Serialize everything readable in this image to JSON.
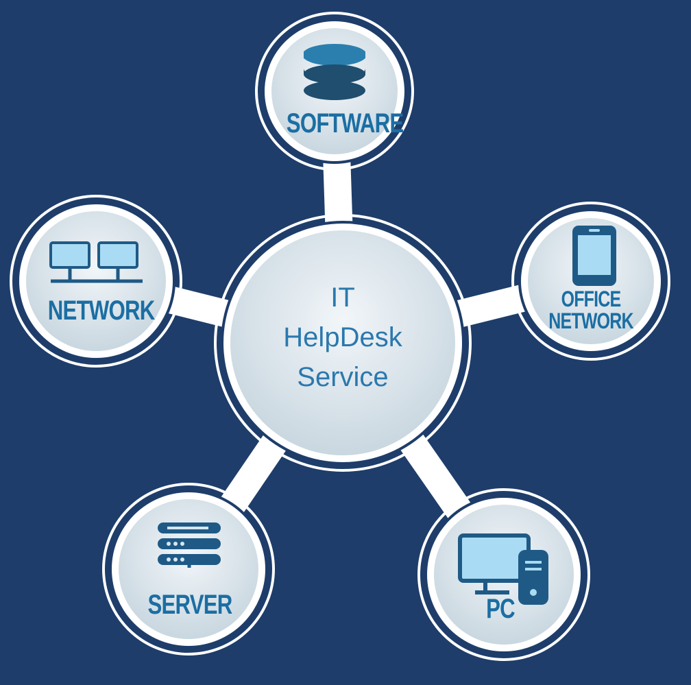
{
  "center": {
    "line1": "IT",
    "line2": "HelpDesk",
    "line3": "Service"
  },
  "nodes": {
    "software": "SOFTWARE",
    "network": "NETWORK",
    "office_line1": "OFFICE",
    "office_line2": "NETWORK",
    "server": "SERVER",
    "pc": "PC"
  },
  "colors": {
    "background": "#1e3d6a",
    "label": "#1b6ea3",
    "icon_light": "#a9dcf4",
    "icon_dark": "#1f5a86"
  }
}
